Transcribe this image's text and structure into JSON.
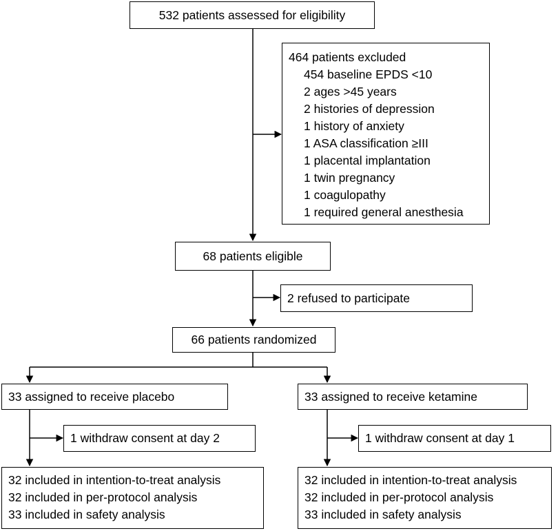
{
  "diagram": {
    "assessed": "532 patients assessed for eligibility",
    "excluded": {
      "header": "464 patients excluded",
      "reasons": [
        "454 baseline EPDS <10",
        "2 ages >45 years",
        "2 histories of depression",
        "1 history of anxiety",
        "1 ASA classification ≥III",
        "1 placental implantation",
        "1 twin pregnancy",
        "1 coagulopathy",
        "1 required general anesthesia"
      ]
    },
    "eligible": "68 patients eligible",
    "refused": "2 refused to participate",
    "randomized": "66 patients randomized",
    "placebo": {
      "assigned": "33 assigned to receive placebo",
      "withdraw": "1 withdraw consent at day 2",
      "analysis": [
        "32 included in intention-to-treat analysis",
        "32 included in per-protocol analysis",
        "33 included in safety analysis"
      ]
    },
    "ketamine": {
      "assigned": "33 assigned to receive ketamine",
      "withdraw": "1 withdraw consent at day 1",
      "analysis": [
        "32 included in intention-to-treat analysis",
        "32 included in per-protocol analysis",
        "33 included in safety analysis"
      ]
    }
  }
}
